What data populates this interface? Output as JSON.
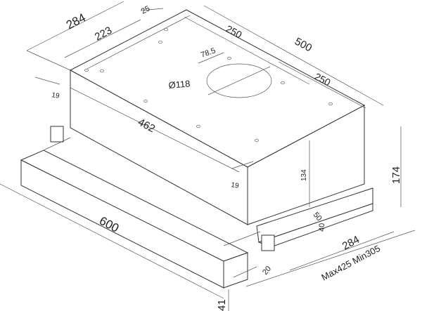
{
  "drawing": {
    "line_color": "#333333",
    "background": "#ffffff",
    "dimensions": {
      "depth_total": "284",
      "depth_offset": "25",
      "depth_inner": "223",
      "width_half_back": "250",
      "width_total": "500",
      "outlet_offset": "78.5",
      "width_half_front": "250",
      "outlet_diameter": "Ø118",
      "side_margin_left": "19",
      "inner_length": "462",
      "side_margin_right": "19",
      "body_height": "134",
      "total_height": "174",
      "step_depth": "50",
      "step_height": "40",
      "visor_width": "600",
      "base_depth": "284",
      "extension_range": "Max425 Min305",
      "visor_offset": "20",
      "visor_height": "41"
    }
  }
}
